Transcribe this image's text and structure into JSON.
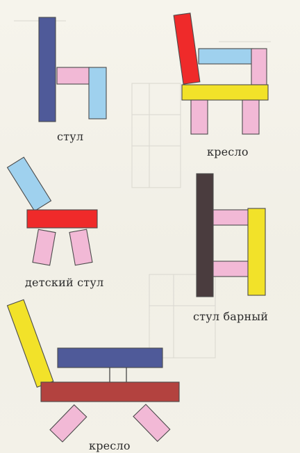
{
  "captions": {
    "chair": "стул",
    "armchair_top": "кресло",
    "kids_chair": "детский стул",
    "bar_stool": "стул барный",
    "armchair_bottom": "кресло"
  },
  "colors": {
    "dark_blue": "#4f5a99",
    "pink": "#f2b9d6",
    "light_blue": "#9fd1ee",
    "red": "#ef2a2a",
    "yellow": "#f2e229",
    "dark_brown": "#4a3c3e",
    "brown_red": "#b3423f"
  }
}
